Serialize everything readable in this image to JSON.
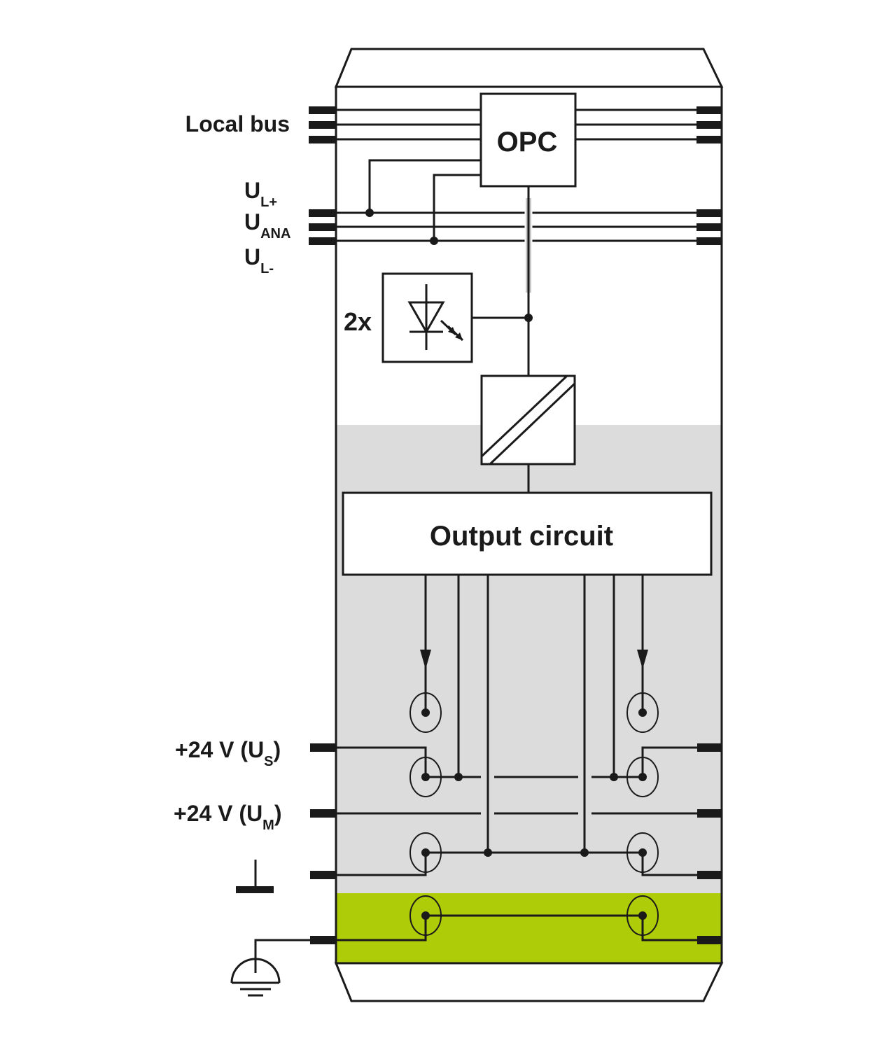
{
  "labels": {
    "local_bus": "Local bus",
    "u_l_plus_main": "U",
    "u_l_plus_sub": "L+",
    "u_ana_main": "U",
    "u_ana_sub": "ANA",
    "u_l_minus_main": "U",
    "u_l_minus_sub": "L-",
    "opc": "OPC",
    "led_count": "2x",
    "output_circuit": "Output circuit",
    "us_prefix": "+24 V (U",
    "us_sub": "S",
    "us_suffix": ")",
    "um_prefix": "+24 V (U",
    "um_sub": "M",
    "um_suffix": ")"
  },
  "icons": {
    "ground": "ground-icon",
    "protective_earth": "protective-earth-icon",
    "led": "led-icon",
    "converter": "dc-dc-converter-icon"
  },
  "colors": {
    "line": "#1a1a1a",
    "module_bg": "#ffffff",
    "io_zone": "#dcdcdc",
    "fe_zone": "#aecd08"
  }
}
